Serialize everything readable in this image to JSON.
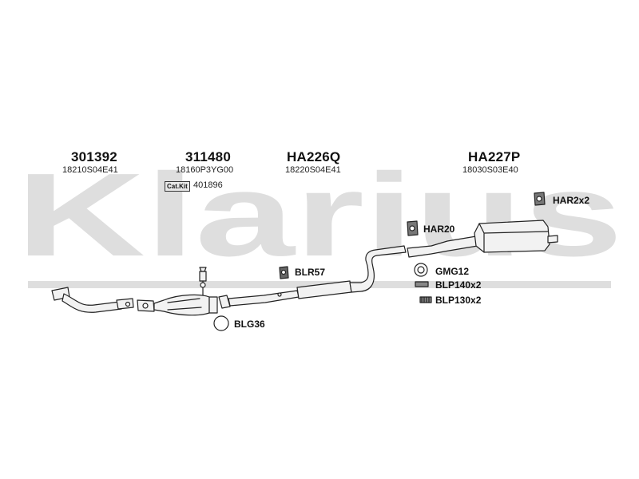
{
  "watermark": {
    "text": "Klarius",
    "color": "#dedede"
  },
  "sections": [
    {
      "part_number": "301392",
      "oem": "18210S04E41"
    },
    {
      "part_number": "311480",
      "oem": "18160P3YG00"
    },
    {
      "part_number": "HA226Q",
      "oem": "18220S04E41"
    },
    {
      "part_number": "HA227P",
      "oem": "18030S03E40"
    }
  ],
  "cat_kit": {
    "label": "Cat.Kit",
    "value": "401896"
  },
  "accessories": [
    {
      "label": "HAR2x2"
    },
    {
      "label": "HAR20"
    },
    {
      "label": "BLR57"
    },
    {
      "label": "GMG12"
    },
    {
      "label": "BLP140x2"
    },
    {
      "label": "BLP130x2"
    },
    {
      "label": "BLG36"
    }
  ],
  "colors": {
    "pipe_fill": "#f2f2f2",
    "pipe_stroke": "#222222",
    "watermark": "#dedede"
  }
}
